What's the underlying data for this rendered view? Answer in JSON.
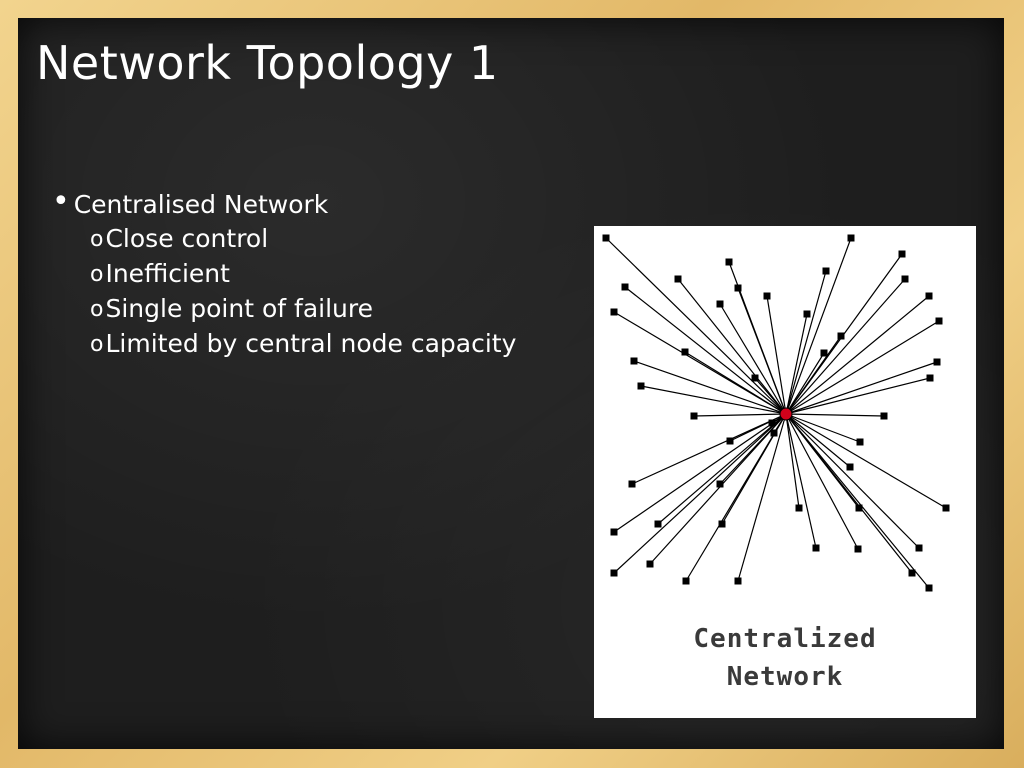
{
  "slide": {
    "title": "Network Topology 1",
    "bullet": {
      "label": "Centralised Network",
      "subitems": [
        "Close control",
        "Inefficient",
        "Single point of failure",
        "Limited by central node capacity"
      ]
    }
  },
  "diagram": {
    "caption_line1": "Centralized",
    "caption_line2": "Network",
    "hub_color": "#d0021b",
    "node_color": "#000000",
    "line_color": "#000000"
  }
}
